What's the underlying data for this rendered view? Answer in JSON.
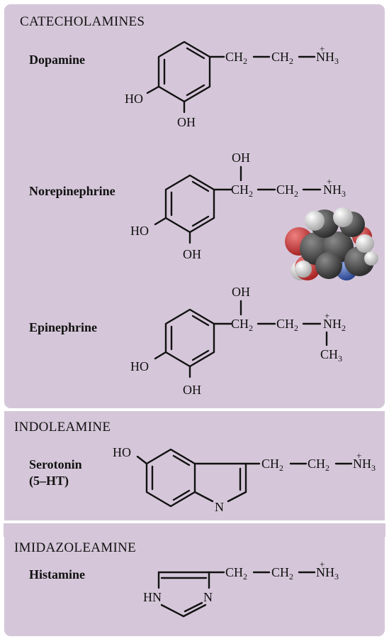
{
  "sections": {
    "catecholamines": {
      "title": "CATECHOLAMINES",
      "compounds": [
        {
          "name": "Dopamine"
        },
        {
          "name": "Norepinephrine"
        },
        {
          "name": "Epinephrine"
        }
      ]
    },
    "indoleamine": {
      "title": "INDOLEAMINE",
      "compounds": [
        {
          "name": "Serotonin",
          "abbrev": "(5–HT)"
        }
      ]
    },
    "imidazoleamine": {
      "title": "IMIDAZOLEAMINE",
      "compounds": [
        {
          "name": "Histamine"
        }
      ]
    }
  },
  "labels": {
    "ho": "HO",
    "oh": "OH",
    "ch": "CH",
    "two": "2",
    "three": "3",
    "nh": "NH",
    "n": "N",
    "hn": "HN",
    "plus": "+"
  },
  "colors": {
    "panel_bg": "#d5c7d9",
    "panel_border": "#ffffff",
    "text": "#111111",
    "atom_carbon": "#4a4a4a",
    "atom_oxygen": "#cc3a3a",
    "atom_hydrogen": "#e2e2e2",
    "atom_nitrogen": "#3f5fb0"
  },
  "model_icon": "space-filling-molecule-model"
}
